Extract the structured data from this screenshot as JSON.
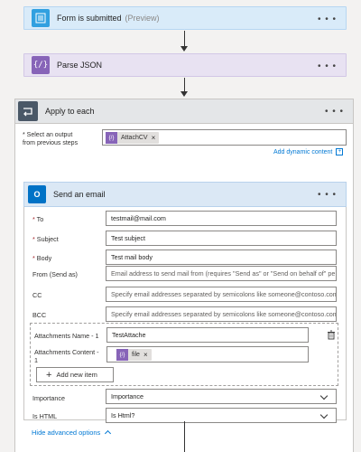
{
  "steps": {
    "form_submitted": {
      "title": "Form is submitted",
      "tag": "(Preview)",
      "icon": "forms-icon",
      "color": "#31a0e0"
    },
    "parse_json": {
      "title": "Parse JSON",
      "icon": "braces-icon",
      "color": "#8764b8"
    },
    "apply_each": {
      "title": "Apply to each",
      "icon": "loop-icon",
      "color": "#4a5867"
    }
  },
  "apply_each": {
    "select_label_1": "* Select an output",
    "select_label_2": "from previous steps",
    "token": "AttachCV",
    "dynamic_link": "Add dynamic content"
  },
  "email": {
    "title": "Send an email",
    "icon": "outlook-icon",
    "fields": {
      "to_label": "To",
      "to_value": "testmail@mail.com",
      "subject_label": "Subject",
      "subject_value": "Test subject",
      "body_label": "Body",
      "body_value": "Test mail body",
      "from_label": "From (Send as)",
      "from_placeholder": "Email address to send mail from (requires \"Send as\" or \"Send on behalf of\" pe",
      "cc_label": "CC",
      "cc_placeholder": "Specify email addresses separated by semicolons like someone@contoso.com",
      "bcc_label": "BCC",
      "bcc_placeholder": "Specify email addresses separated by semicolons like someone@contoso.com"
    },
    "attachments": {
      "name_label": "Attachments Name - 1",
      "name_value": "TestAttache",
      "content_label_1": "Attachments Content -",
      "content_label_2": "1",
      "content_token": "file",
      "add_item": "Add new item"
    },
    "importance_label": "Importance",
    "importance_value": "Importance",
    "ishtml_label": "Is HTML",
    "ishtml_value": "Is Html?",
    "advanced": "Hide advanced options"
  },
  "more": "• • •"
}
